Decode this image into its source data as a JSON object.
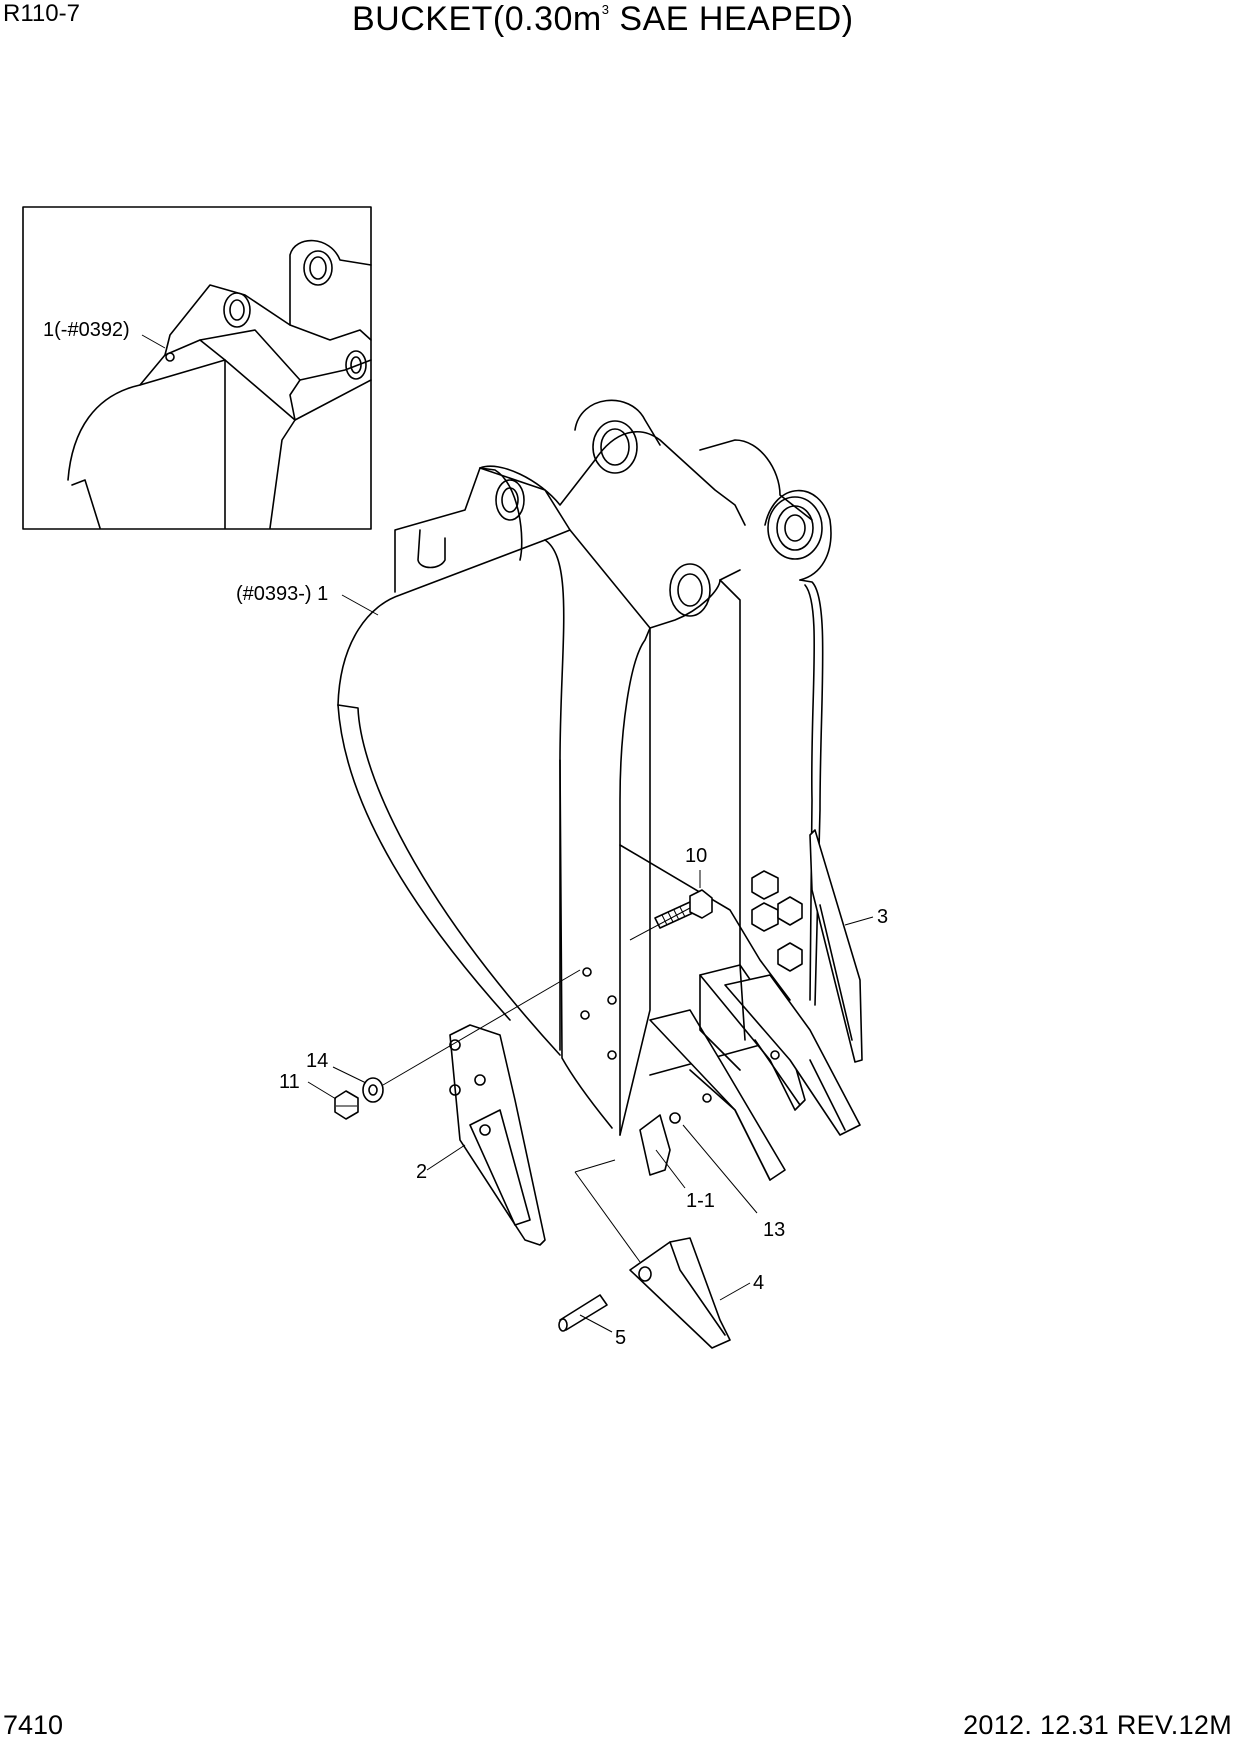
{
  "header": {
    "model": "R110-7",
    "title_main": "BUCKET(0.30m",
    "title_sup": "3",
    "title_rest": "SAE HEAPED)"
  },
  "footer": {
    "page_number": "7410",
    "revision": "2012. 12.31  REV.12M"
  },
  "callouts": {
    "inset_part": "1(-#0392)",
    "main_part": "(#0393-) 1",
    "c10": "10",
    "c3": "3",
    "c14": "14",
    "c11": "11",
    "c2": "2",
    "c1_1": "1-1",
    "c13": "13",
    "c4": "4",
    "c5": "5"
  }
}
